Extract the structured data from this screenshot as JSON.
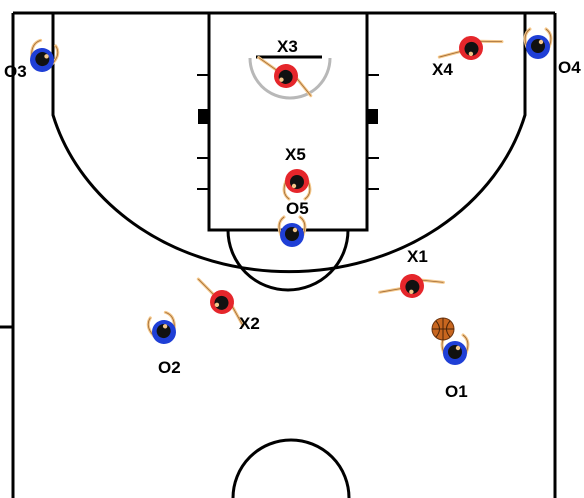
{
  "diagram": {
    "colors": {
      "offense": "#1f3fd6",
      "defense": "#e5262b",
      "head": "#111111",
      "skin": "#f4c78a",
      "ball": "#c8661f",
      "restricted_arc": "#b8b8b8"
    },
    "players": [
      {
        "label": "X3",
        "team": "defense"
      },
      {
        "label": "X4",
        "team": "defense"
      },
      {
        "label": "X5",
        "team": "defense"
      },
      {
        "label": "X1",
        "team": "defense"
      },
      {
        "label": "X2",
        "team": "defense"
      },
      {
        "label": "O3",
        "team": "offense"
      },
      {
        "label": "O4",
        "team": "offense"
      },
      {
        "label": "O5",
        "team": "offense"
      },
      {
        "label": "O2",
        "team": "offense"
      },
      {
        "label": "O1",
        "team": "offense",
        "has_ball": true
      }
    ],
    "ball_icon": "basketball-icon"
  }
}
